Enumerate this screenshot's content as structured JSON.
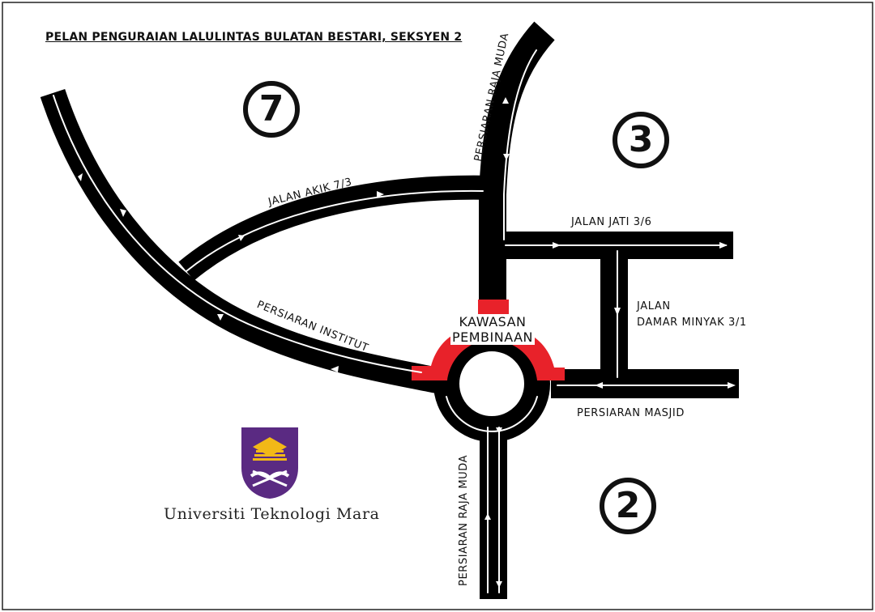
{
  "map": {
    "title": "PELAN PENGURAIAN LALULINTAS BULATAN BESTARI, SEKSYEN 2",
    "construction_zone": {
      "line1": "KAWASAN",
      "line2": "PEMBINAAN",
      "color": "#e8222a"
    },
    "road_color": "#000000",
    "arrow_color": "#ffffff",
    "section_numbers": {
      "top_left": "7",
      "top_right": "3",
      "bottom_right": "2"
    },
    "road_labels": {
      "raja_muda_north": "PERSIARAN RAJA MUDA",
      "raja_muda_south": "PERSIARAN RAJA MUDA",
      "jalan_akik": "JALAN AKIK 7/3",
      "jalan_jati": "JALAN JATI 3/6",
      "jalan_damar_line1": "JALAN",
      "jalan_damar_line2": "DAMAR MINYAK 3/1",
      "persiaran_institut": "PERSIARAN INSTITUT",
      "persiaran_masjid": "PERSIARAN MASJID"
    },
    "roundabout_icon": "roundabout-icon"
  },
  "logo": {
    "name": "UNIVERSITI TEKNOLOGI MARA",
    "display": "Universiti Teknologi Mara",
    "icon": "uitm-crest-icon",
    "colors": {
      "purple": "#5a2a82",
      "gold": "#f2b817"
    }
  }
}
